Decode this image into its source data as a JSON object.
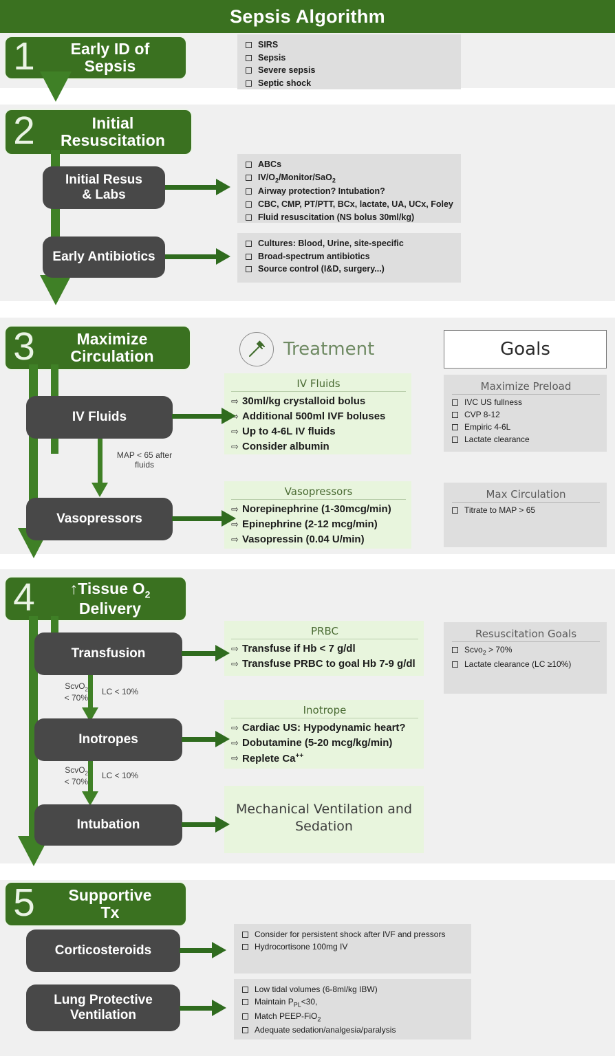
{
  "header": {
    "title": "Sepsis Algorithm"
  },
  "colors": {
    "brand_green": "#3a7120",
    "flow_green": "#3f8026",
    "arrow_green": "#2f6b1e",
    "node_gray": "#484848",
    "band_gray": "#f0f0f0",
    "panel_gray": "#dedede",
    "panel_green": "#e8f5dd"
  },
  "column_headers": {
    "treatment": {
      "label": "Treatment",
      "icon": "syringe-icon"
    },
    "goals": {
      "label": "Goals"
    }
  },
  "steps": [
    {
      "number": "1",
      "label_lines": [
        "Early ID of",
        "Sepsis"
      ],
      "checklist": [
        "SIRS",
        "Sepsis",
        "Severe sepsis",
        "Septic shock"
      ]
    },
    {
      "number": "2",
      "label_lines": [
        "Initial",
        "Resuscitation"
      ],
      "nodes": [
        {
          "label_lines": [
            "Initial Resus",
            "& Labs"
          ],
          "checklist": [
            "ABCs",
            "IV/O2/Monitor/SaO2",
            "Airway protection? Intubation?",
            "CBC, CMP, PT/PTT, BCx, lactate, UA, UCx, Foley",
            "Fluid resuscitation (NS bolus 30ml/kg)"
          ]
        },
        {
          "label_lines": [
            "Early Antibiotics"
          ],
          "checklist": [
            "Cultures: Blood, Urine, site-specific",
            "Broad-spectrum antibiotics",
            "Source control (I&D, surgery...)"
          ]
        }
      ]
    },
    {
      "number": "3",
      "label_lines": [
        "Maximize",
        "Circulation"
      ],
      "nodes": [
        {
          "label_lines": [
            "IV Fluids"
          ],
          "treatment": {
            "header": "IV Fluids",
            "items": [
              "30ml/kg crystalloid bolus",
              "Additional 500ml IVF boluses",
              "Up to 4-6L IV fluids",
              "Consider albumin"
            ]
          },
          "goal": {
            "header": "Maximize Preload",
            "items": [
              "IVC US fullness",
              "CVP  8-12",
              "Empiric 4-6L",
              "Lactate clearance"
            ]
          }
        },
        {
          "label_lines": [
            "Vasopressors"
          ],
          "treatment": {
            "header": "Vasopressors",
            "items": [
              "Norepinephrine (1-30mcg/min)",
              "Epinephrine (2-12 mcg/min)",
              "Vasopressin (0.04 U/min)"
            ]
          },
          "goal": {
            "header": "Max Circulation",
            "items": [
              "Titrate to MAP > 65"
            ]
          }
        }
      ],
      "edge_labels": [
        {
          "text": "MAP < 65 after fluids"
        }
      ]
    },
    {
      "number": "4",
      "label_lines": [
        "↑Tissue O2",
        "Delivery"
      ],
      "nodes": [
        {
          "label_lines": [
            "Transfusion"
          ],
          "treatment": {
            "header": "PRBC",
            "items": [
              "Transfuse if Hb < 7 g/dl",
              "Transfuse PRBC to goal Hb 7-9 g/dl"
            ]
          },
          "goal": {
            "header": "Resuscitation Goals",
            "items": [
              "Scvo2 > 70%",
              "Lactate clearance (LC ≥10%)"
            ]
          }
        },
        {
          "label_lines": [
            "Inotropes"
          ],
          "treatment": {
            "header": "Inotrope",
            "items": [
              "Cardiac US: Hypodynamic heart?",
              "Dobutamine (5-20 mcg/kg/min)",
              "Replete Ca++"
            ]
          }
        },
        {
          "label_lines": [
            "Intubation"
          ],
          "plain_text": "Mechanical Ventilation and Sedation"
        }
      ],
      "edge_labels": [
        {
          "left": "ScvO2 < 70%",
          "right": "LC < 10%"
        },
        {
          "left": "ScvO2 < 70%",
          "right": "LC < 10%"
        }
      ]
    },
    {
      "number": "5",
      "label_lines": [
        "Supportive",
        "Tx"
      ],
      "nodes": [
        {
          "label_lines": [
            "Corticosteroids"
          ],
          "checklist": [
            "Consider for persistent shock after IVF and pressors",
            "Hydrocortisone 100mg IV"
          ]
        },
        {
          "label_lines": [
            "Lung Protective",
            "Ventilation"
          ],
          "checklist": [
            "Low tidal volumes (6-8ml/kg IBW)",
            "Maintain PPL<30,",
            "Match PEEP-FiO2",
            "Adequate sedation/analgesia/paralysis"
          ]
        }
      ]
    }
  ]
}
